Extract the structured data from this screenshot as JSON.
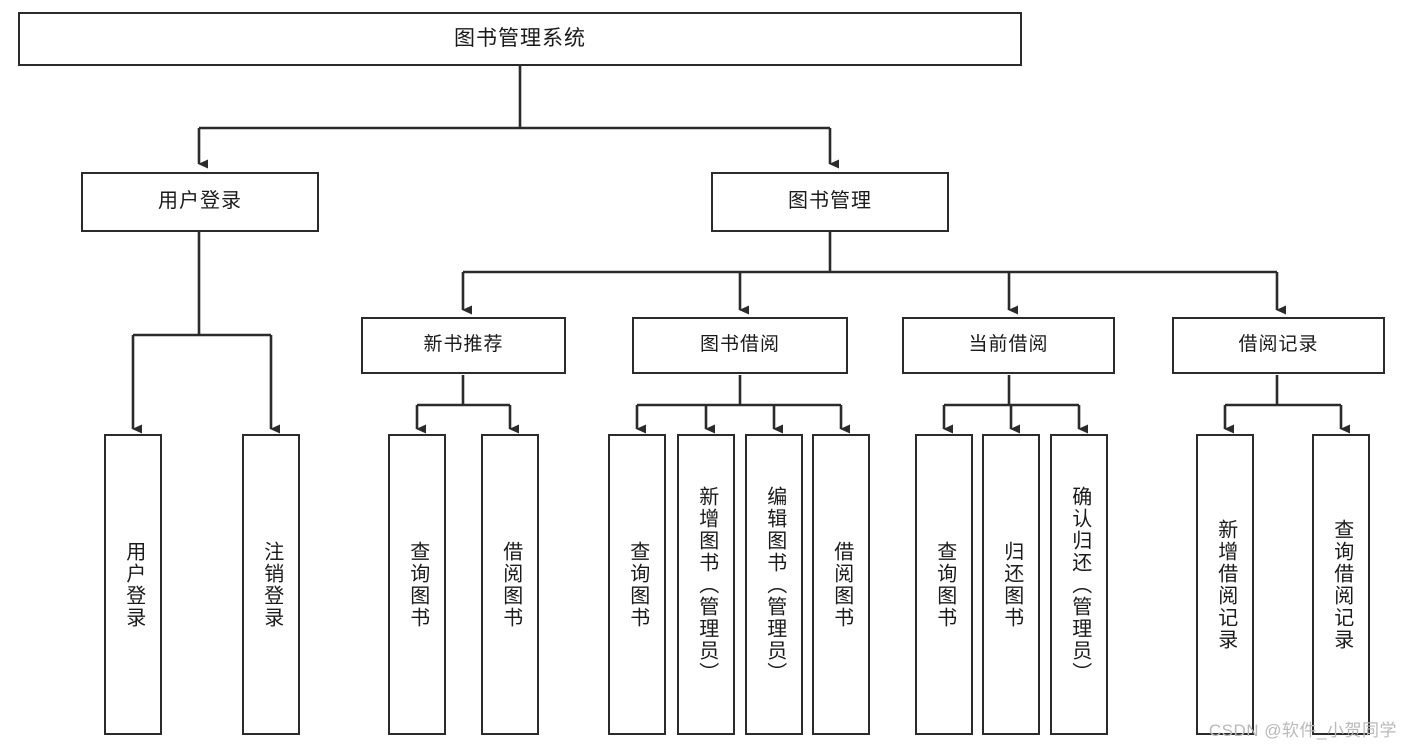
{
  "diagram": {
    "title": "图书管理系统",
    "watermark": "CSDN @软件_小贺同学",
    "line_color": "#2b2b2b",
    "box_fill": "#ffffff",
    "text_color": "#1a1a1a",
    "watermark_color": "#b9b9b9"
  },
  "nodes": {
    "root": {
      "label": "图书管理系统"
    },
    "level2": [
      {
        "label": "用户登录"
      },
      {
        "label": "图书管理"
      }
    ],
    "level3": [
      {
        "label": "新书推荐"
      },
      {
        "label": "图书借阅"
      },
      {
        "label": "当前借阅"
      },
      {
        "label": "借阅记录"
      }
    ],
    "leaves": {
      "user_login": [
        {
          "label": "用户登录"
        },
        {
          "label": "注销登录"
        }
      ],
      "new_book_recommend": [
        {
          "label": "查询图书"
        },
        {
          "label": "借阅图书"
        }
      ],
      "book_borrow": [
        {
          "label": "查询图书"
        },
        {
          "label": "新增图书（管理员）"
        },
        {
          "label": "编辑图书（管理员）"
        },
        {
          "label": "借阅图书"
        }
      ],
      "current_borrow": [
        {
          "label": "查询图书"
        },
        {
          "label": "归还图书"
        },
        {
          "label": "确认归还（管理员）"
        }
      ],
      "borrow_record": [
        {
          "label": "新增借阅记录"
        },
        {
          "label": "查询借阅记录"
        }
      ]
    }
  }
}
